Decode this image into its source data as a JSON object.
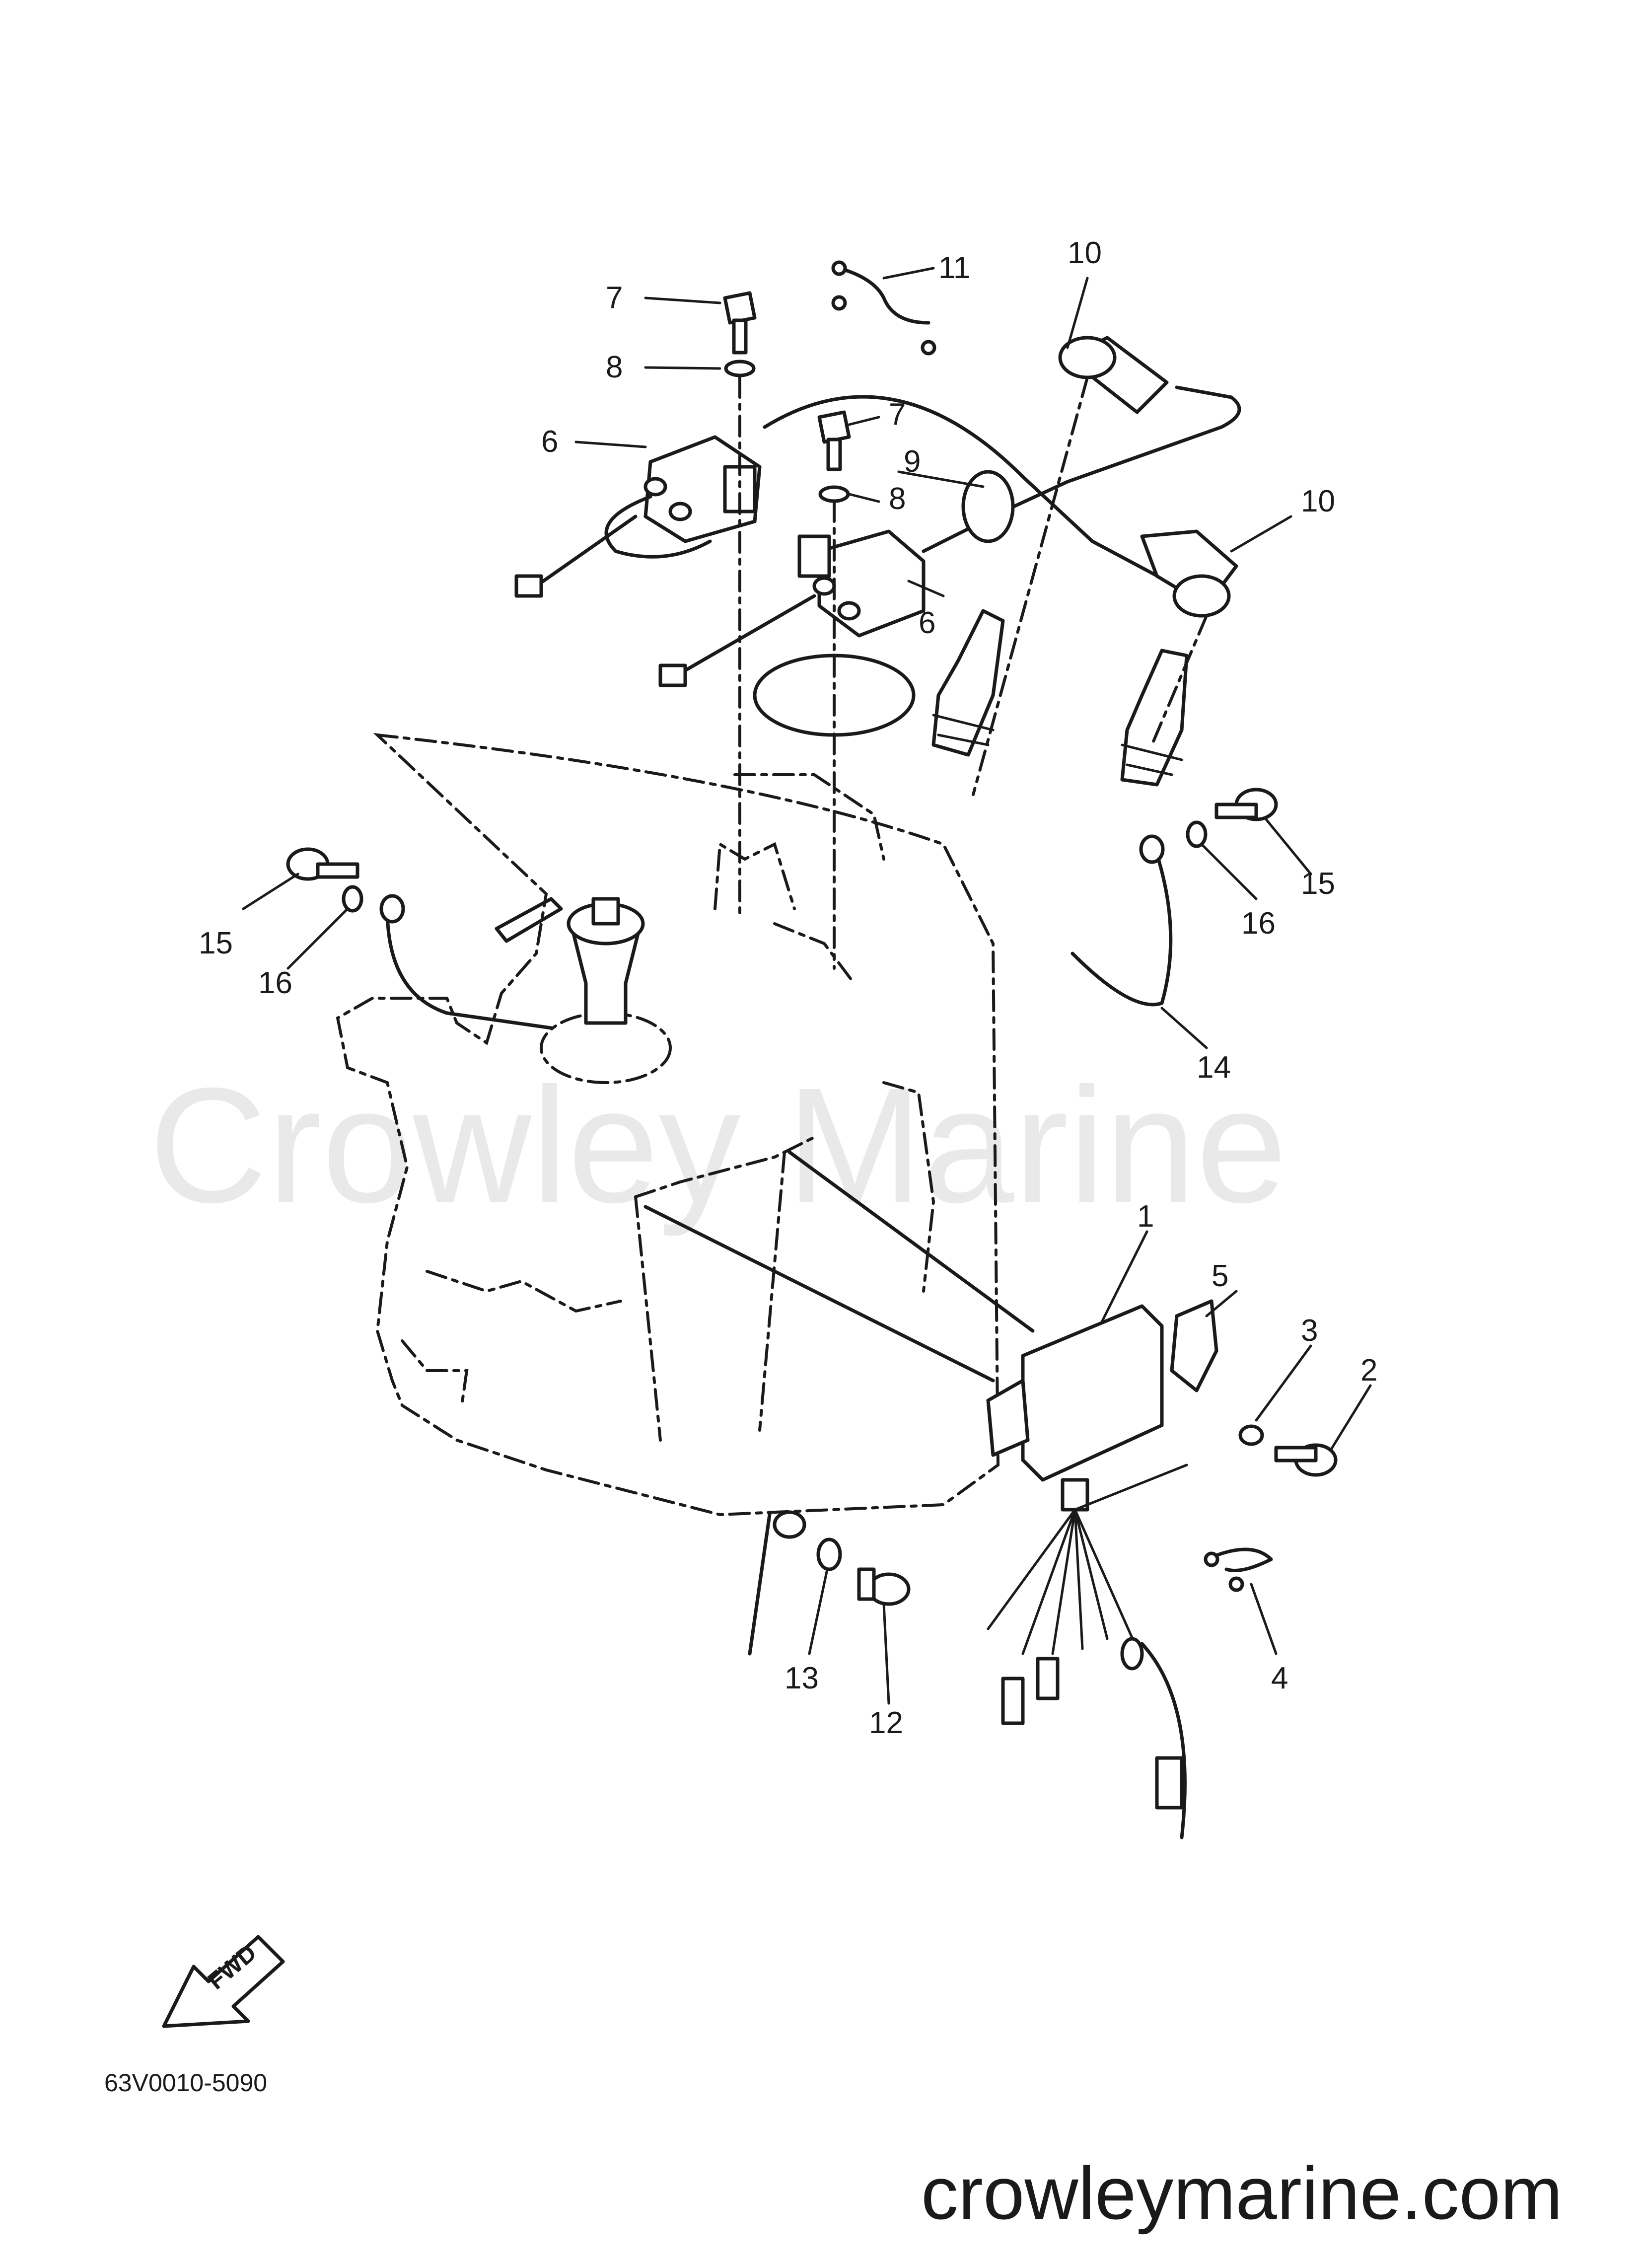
{
  "diagram": {
    "watermark": "Crowley Marine",
    "part_code": "63V0010-5090",
    "site_url": "crowleymarine.com",
    "fwd_label": "FWD",
    "callouts": {
      "c1": "1",
      "c2": "2",
      "c3": "3",
      "c4": "4",
      "c5": "5",
      "c6a": "6",
      "c6b": "6",
      "c7a": "7",
      "c7b": "7",
      "c8a": "8",
      "c8b": "8",
      "c9": "9",
      "c10a": "10",
      "c10b": "10",
      "c11": "11",
      "c12": "12",
      "c13": "13",
      "c14": "14",
      "c15a": "15",
      "c15b": "15",
      "c16a": "16",
      "c16b": "16"
    }
  }
}
